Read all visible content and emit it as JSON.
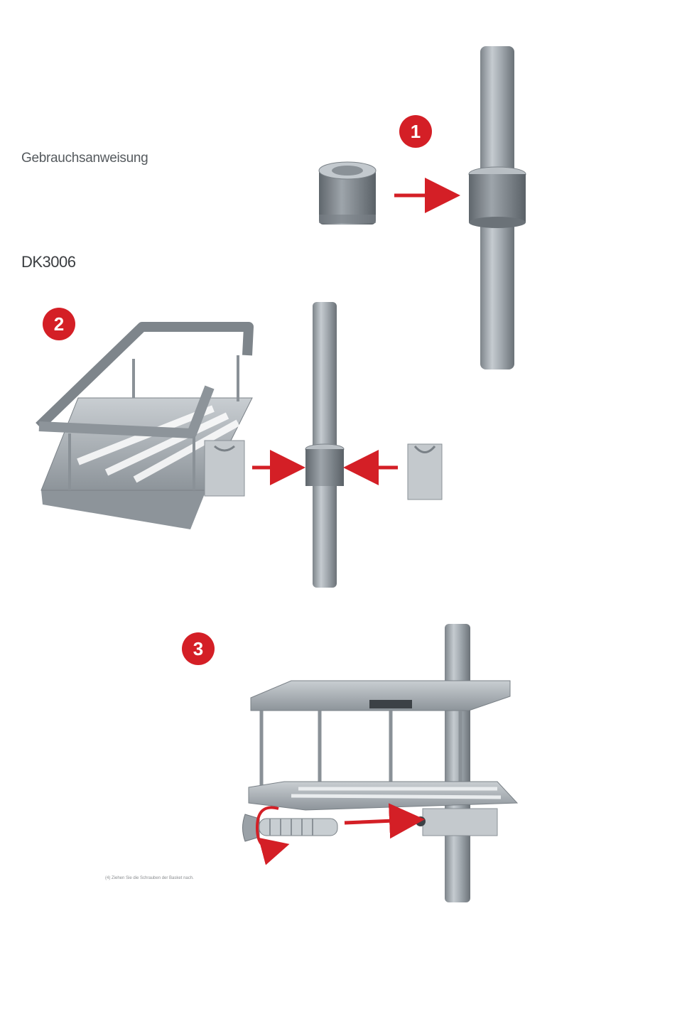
{
  "document": {
    "title": "Gebrauchsanweisung",
    "model": "DK3006"
  },
  "steps": [
    {
      "number": "1"
    },
    {
      "number": "2"
    },
    {
      "number": "3"
    }
  ],
  "caption": "(4)   Ziehen Sie die Schrauben der Basket nach.",
  "colors": {
    "accent": "#d41f26",
    "metal": "#9aa1a7",
    "metal_dark": "#6f767c",
    "text": "#3a3d40"
  },
  "icons": [
    "pipe",
    "collar-sleeve",
    "shower-basket",
    "clamp-half",
    "screw",
    "rotate-arrow",
    "push-arrow"
  ]
}
